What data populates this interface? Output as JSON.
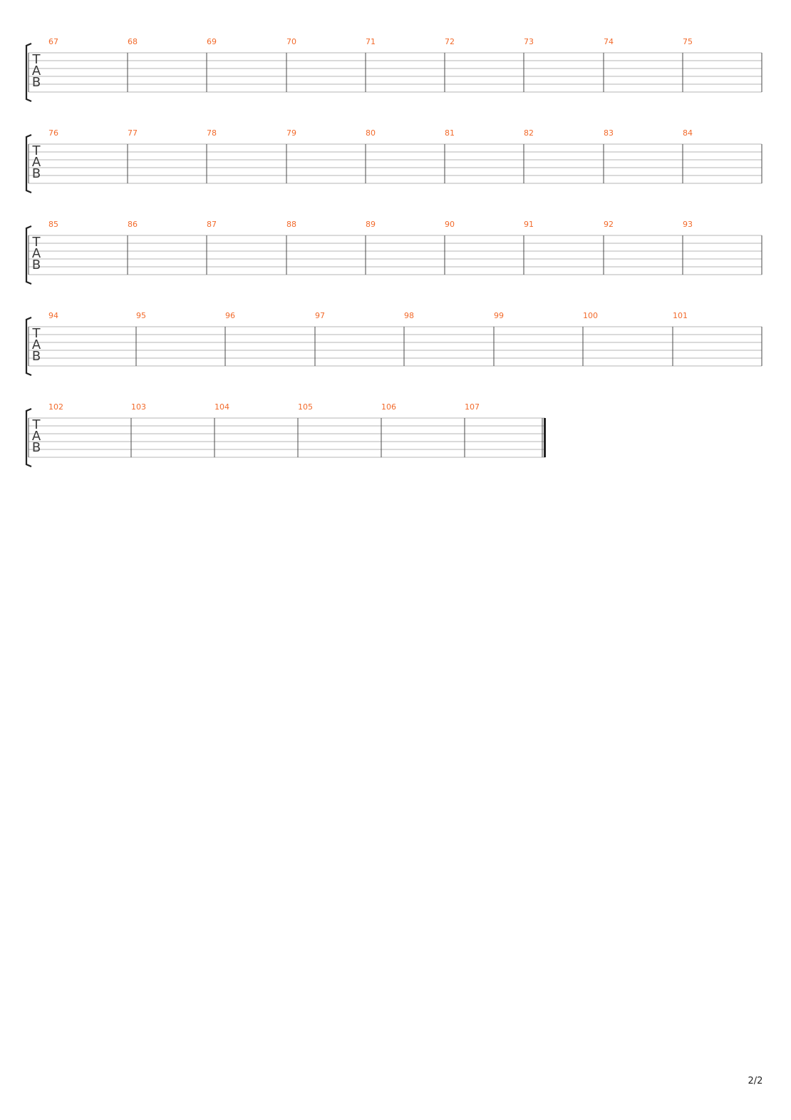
{
  "tab_clef": [
    "T",
    "A",
    "B"
  ],
  "systems": [
    {
      "measures": [
        "67",
        "68",
        "69",
        "70",
        "71",
        "72",
        "73",
        "74",
        "75"
      ],
      "final_barline": false
    },
    {
      "measures": [
        "76",
        "77",
        "78",
        "79",
        "80",
        "81",
        "82",
        "83",
        "84"
      ],
      "final_barline": false
    },
    {
      "measures": [
        "85",
        "86",
        "87",
        "88",
        "89",
        "90",
        "91",
        "92",
        "93"
      ],
      "final_barline": false
    },
    {
      "measures": [
        "94",
        "95",
        "96",
        "97",
        "98",
        "99",
        "100",
        "101"
      ],
      "final_barline": false
    },
    {
      "measures": [
        "102",
        "103",
        "104",
        "105",
        "106",
        "107"
      ],
      "final_barline": true
    }
  ],
  "page_number": "2/2",
  "colors": {
    "measure_number": "#f26a2b",
    "staff_line": "#b5b5b5",
    "bar_line": "#4a4a4a",
    "bracket": "#222222"
  }
}
